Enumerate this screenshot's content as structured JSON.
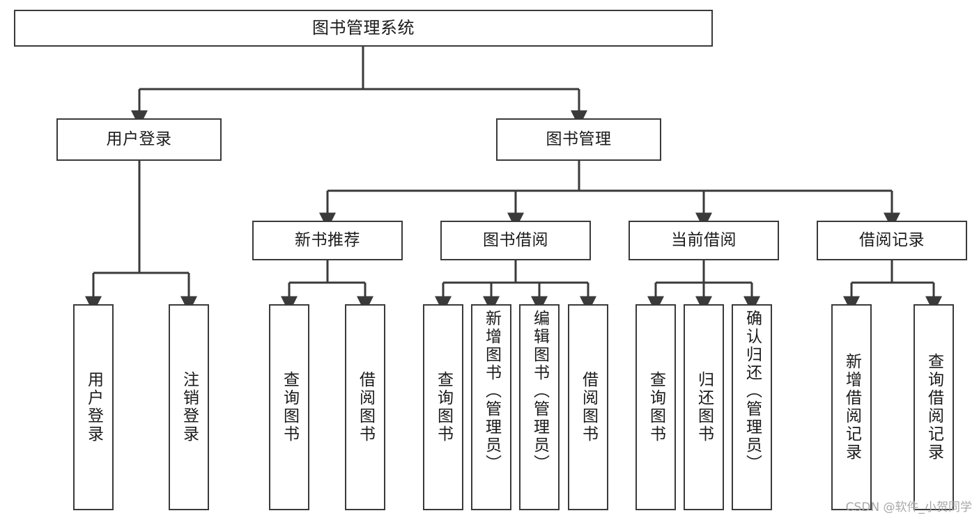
{
  "diagram": {
    "title": "图书管理系统",
    "type": "tree",
    "watermark": "CSDN @软件_小贺同学",
    "style": {
      "border_color": "#3a3a3a",
      "fill_color": "#ffffff",
      "text_color": "#1a1a1a",
      "connector_color": "#3a3a3a",
      "watermark_color": "#a8a8a8"
    },
    "nodes": {
      "root": {
        "label": "图书管理系统",
        "level": 1
      },
      "user_login": {
        "label": "用户登录",
        "level": 2
      },
      "book_manage": {
        "label": "图书管理",
        "level": 2
      },
      "new_book_rec": {
        "label": "新书推荐",
        "level": 3
      },
      "book_borrow": {
        "label": "图书借阅",
        "level": 3
      },
      "current_borrow": {
        "label": "当前借阅",
        "level": 3
      },
      "borrow_record": {
        "label": "借阅记录",
        "level": 3
      },
      "leaf_user_login": {
        "label": "用户登录",
        "level": 4
      },
      "leaf_logout": {
        "label": "注销登录",
        "level": 4
      },
      "leaf_query_book_1": {
        "label": "查询图书",
        "level": 4
      },
      "leaf_borrow_book_1": {
        "label": "借阅图书",
        "level": 4
      },
      "leaf_query_book_2": {
        "label": "查询图书",
        "level": 4
      },
      "leaf_add_book": {
        "label": "新增图书（管理员）",
        "level": 4
      },
      "leaf_edit_book": {
        "label": "编辑图书（管理员）",
        "level": 4
      },
      "leaf_borrow_book_2": {
        "label": "借阅图书",
        "level": 4
      },
      "leaf_query_book_3": {
        "label": "查询图书",
        "level": 4
      },
      "leaf_return_book": {
        "label": "归还图书",
        "level": 4
      },
      "leaf_confirm_return": {
        "label": "确认归还（管理员）",
        "level": 4
      },
      "leaf_add_record": {
        "label": "新增借阅记录",
        "level": 4
      },
      "leaf_query_record": {
        "label": "查询借阅记录",
        "level": 4
      }
    },
    "edges": [
      {
        "from": "root",
        "to": "user_login"
      },
      {
        "from": "root",
        "to": "book_manage"
      },
      {
        "from": "user_login",
        "to": "leaf_user_login"
      },
      {
        "from": "user_login",
        "to": "leaf_logout"
      },
      {
        "from": "book_manage",
        "to": "new_book_rec"
      },
      {
        "from": "book_manage",
        "to": "book_borrow"
      },
      {
        "from": "book_manage",
        "to": "current_borrow"
      },
      {
        "from": "book_manage",
        "to": "borrow_record"
      },
      {
        "from": "new_book_rec",
        "to": "leaf_query_book_1"
      },
      {
        "from": "new_book_rec",
        "to": "leaf_borrow_book_1"
      },
      {
        "from": "book_borrow",
        "to": "leaf_query_book_2"
      },
      {
        "from": "book_borrow",
        "to": "leaf_add_book"
      },
      {
        "from": "book_borrow",
        "to": "leaf_edit_book"
      },
      {
        "from": "book_borrow",
        "to": "leaf_borrow_book_2"
      },
      {
        "from": "current_borrow",
        "to": "leaf_query_book_3"
      },
      {
        "from": "current_borrow",
        "to": "leaf_return_book"
      },
      {
        "from": "current_borrow",
        "to": "leaf_confirm_return"
      },
      {
        "from": "borrow_record",
        "to": "leaf_add_record"
      },
      {
        "from": "borrow_record",
        "to": "leaf_query_record"
      }
    ]
  }
}
